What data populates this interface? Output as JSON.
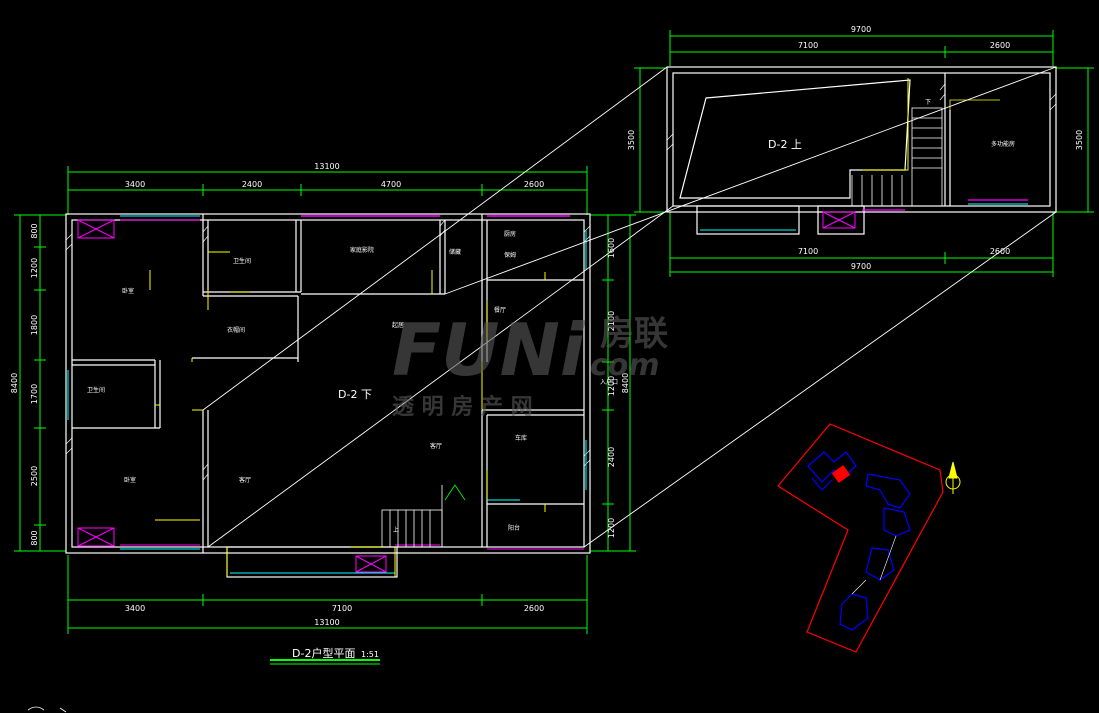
{
  "colors": {
    "background": "#000000",
    "dim_line": "#00ff00",
    "wall": "#ffffff",
    "accent_yellow": "#ffff00",
    "accent_magenta": "#ff00ff",
    "accent_cyan": "#00ffff",
    "site_outline": "#ff0000",
    "site_building": "#0000ff",
    "watermark": "#5a5a5a"
  },
  "lower_plan": {
    "title": "D-2户型平面",
    "scale": "1:51",
    "center_label": "D-2 下",
    "stair_up": "上",
    "top_total": "13100",
    "top_segments": [
      "3400",
      "2400",
      "4700",
      "2600"
    ],
    "bottom_segments": [
      "3400",
      "7100",
      "2600"
    ],
    "bottom_total": "13100",
    "left_total": "8400",
    "left_segments": [
      "800",
      "1200",
      "1800",
      "1700",
      "2500",
      "800"
    ],
    "right_total": "8400",
    "right_segments": [
      "1600",
      "2100",
      "1200",
      "2400",
      "1200"
    ],
    "rooms": [
      "卧室",
      "卫生间",
      "衣帽间",
      "家庭影院",
      "储藏",
      "厨房",
      "保姆",
      "餐厅",
      "卫生间",
      "起居",
      "客厅",
      "卧室",
      "车库",
      "阳台"
    ]
  },
  "upper_plan": {
    "center_label": "D-2 上",
    "stair_mark": "下",
    "room_label": "多功能房",
    "top_total": "9700",
    "top_segments": [
      "7100",
      "2600"
    ],
    "bottom_segments": [
      "7100",
      "2600"
    ],
    "bottom_total": "9700",
    "left_dim": "3500",
    "right_dim": "3500"
  },
  "watermark": {
    "brand": "FUNi",
    "cn": "房联",
    "com": "com",
    "tagline": "透 明 房 产 网"
  },
  "site_plan": {
    "entry_label": "入户口"
  }
}
